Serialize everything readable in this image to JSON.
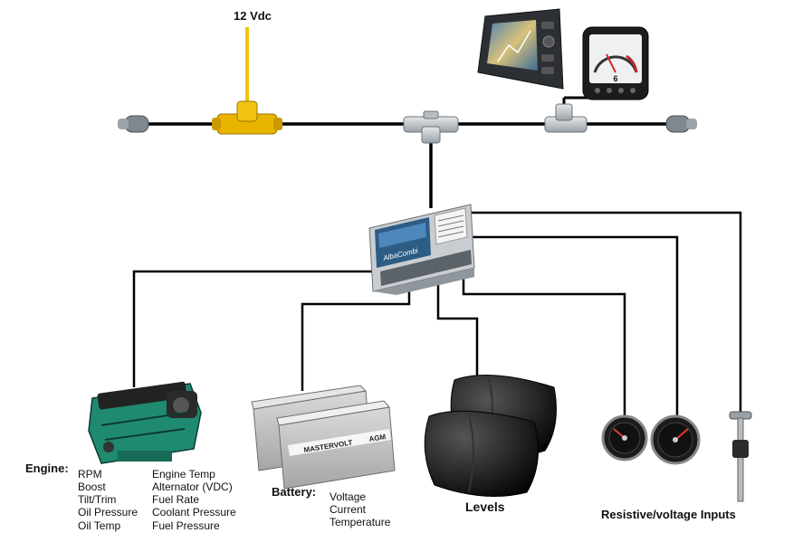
{
  "power": {
    "label": "12 Vdc",
    "color": "#f2c40f"
  },
  "interface": {
    "brand": "AlbaCombi"
  },
  "engine": {
    "label": "Engine:",
    "params_col1": [
      "RPM",
      "Boost",
      "Tilt/Trim",
      "Oil Pressure",
      "Oil Temp"
    ],
    "params_col2": [
      "Engine Temp",
      "Alternator (VDC)",
      "Fuel Rate",
      "Coolant Pressure",
      "Fuel Pressure"
    ],
    "color": "#1f8a70"
  },
  "battery": {
    "label": "Battery:",
    "params": [
      "Voltage",
      "Current",
      "Temperature"
    ],
    "brand": "MASTERVOLT",
    "type": "AGM"
  },
  "levels": {
    "label": "Levels"
  },
  "resistive": {
    "label": "Resistive/voltage Inputs"
  },
  "instrument": {
    "display": "6"
  },
  "icons": [
    "power-tee-icon",
    "backbone-tee-icon",
    "terminator-icon",
    "chartplotter-icon",
    "instrument-display-icon",
    "interface-module-icon",
    "engine-icon",
    "battery-icon",
    "tank-icon",
    "gauge-icon",
    "level-sender-icon"
  ]
}
